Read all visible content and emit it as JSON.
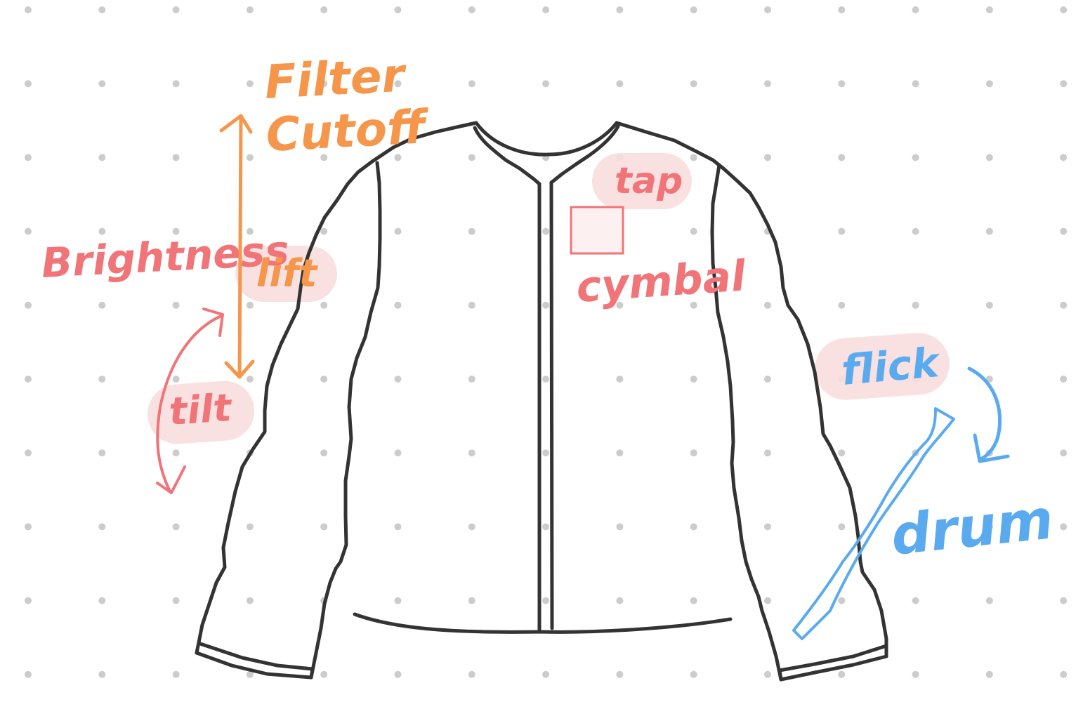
{
  "colors": {
    "background": "#ffffff",
    "dots": "#cccccc",
    "outline": "#333333",
    "orange": "#f5964b",
    "red": "#f07478",
    "blue": "#5aaaf0",
    "pill_bg": "#f8dede"
  },
  "labels": {
    "filter": "Filter",
    "cutoff": "Cutoff",
    "brightness": "Brightness",
    "lift": "lift",
    "tilt": "tilt",
    "tap": "tap",
    "cymbal": "cymbal",
    "flick": "flick",
    "drum": "drum"
  },
  "icons": {
    "jacket": "jacket-outline",
    "drumstick": "drumstick-icon",
    "cymbal_pad": "square-pad"
  }
}
